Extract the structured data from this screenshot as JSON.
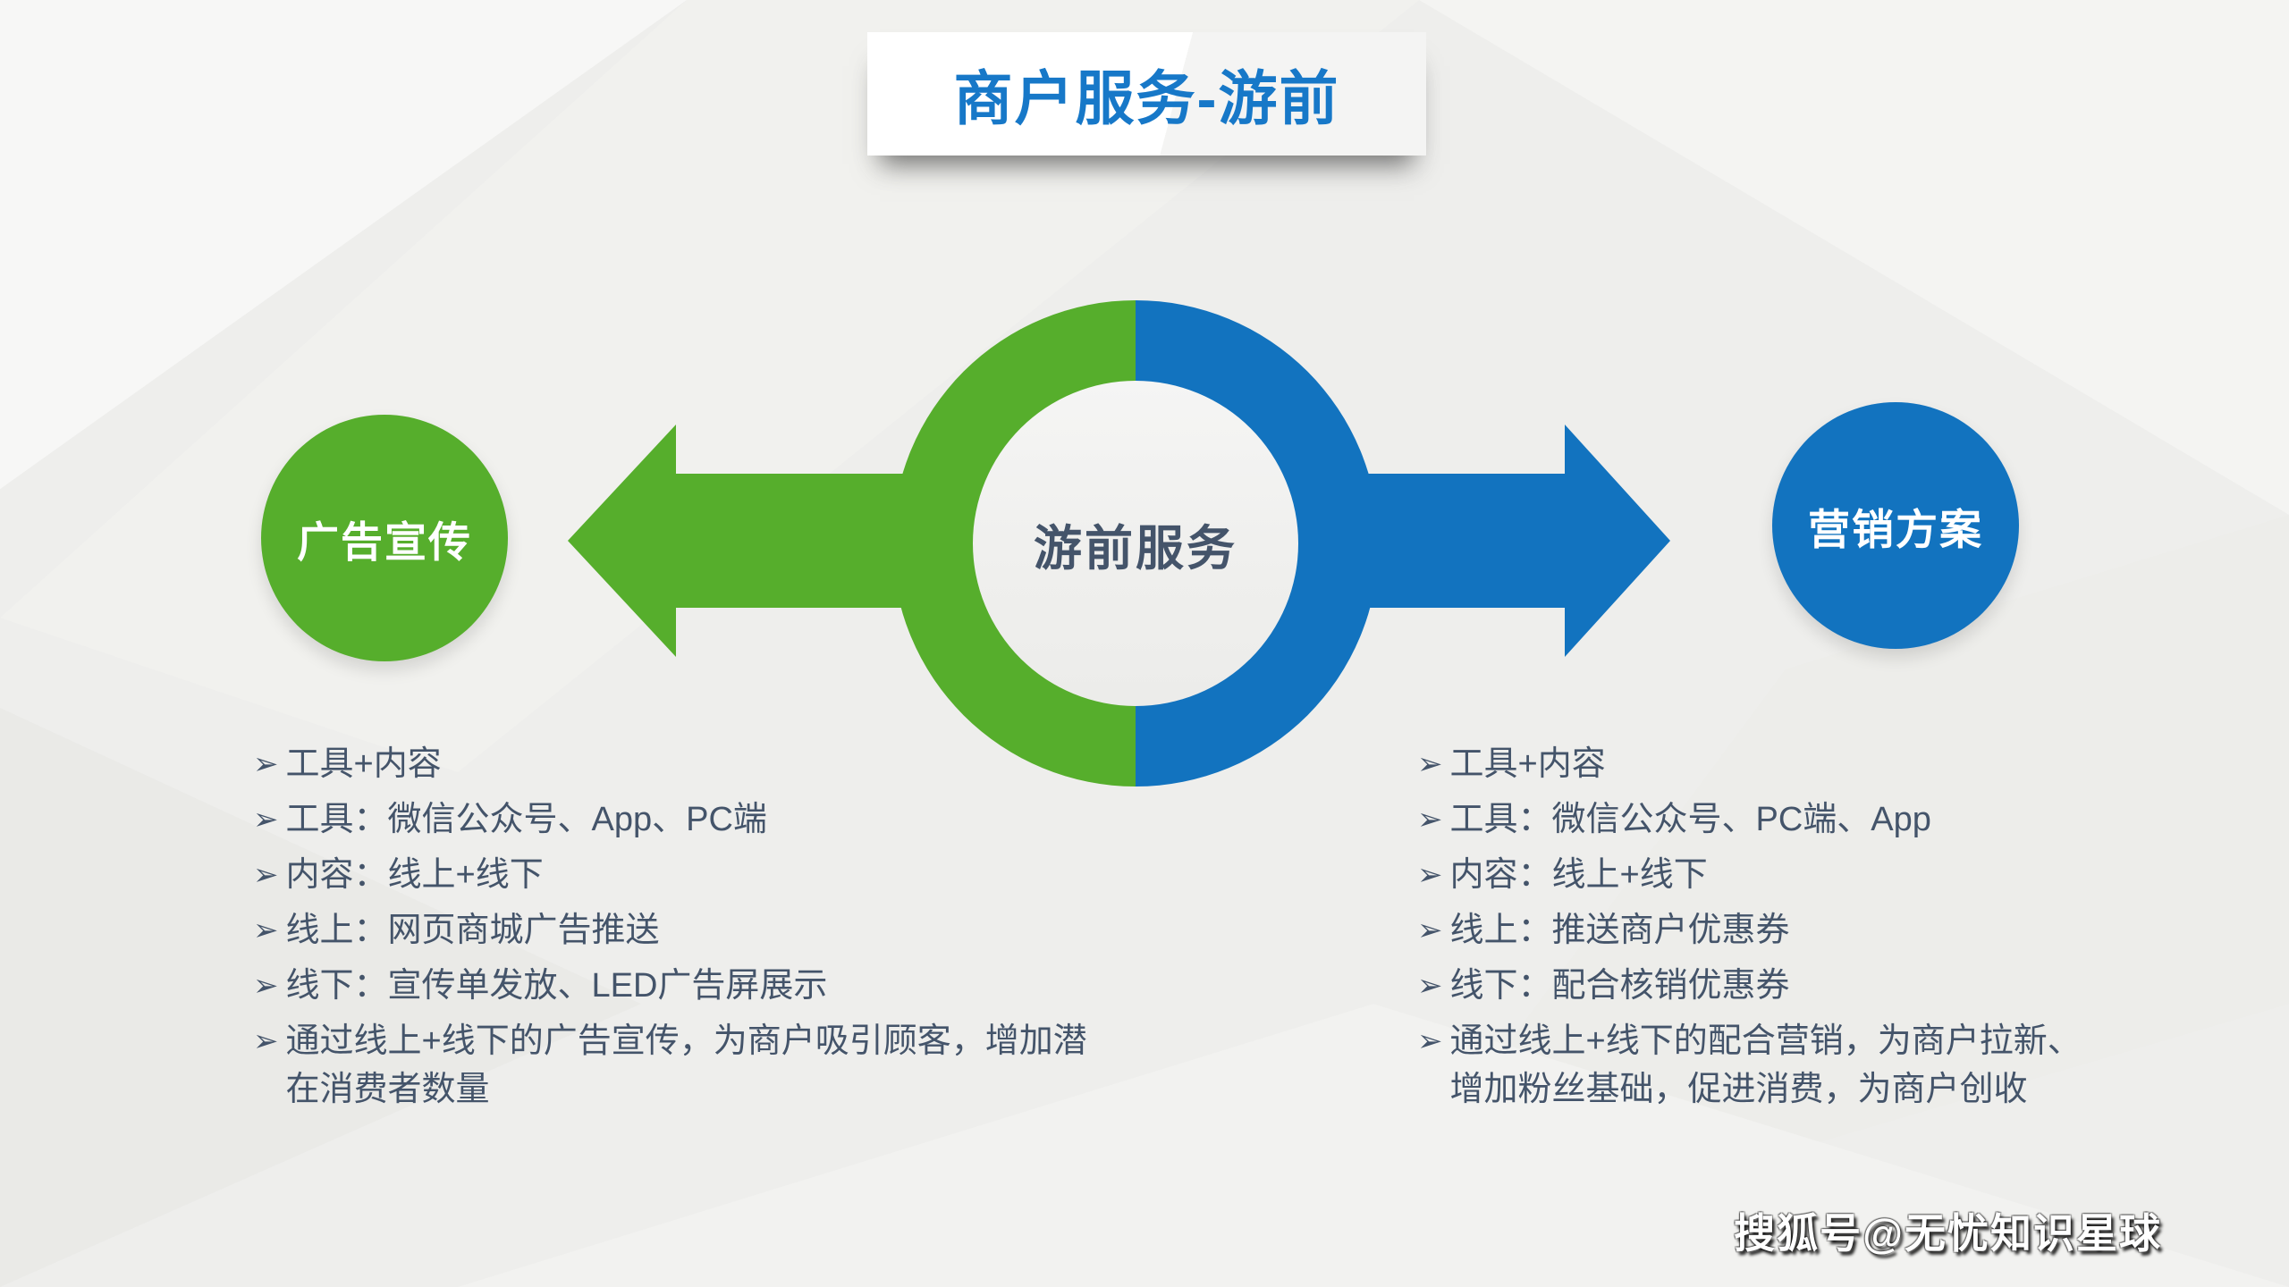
{
  "slide": {
    "title": "商户服务-游前",
    "bullet_char": "➢",
    "center_node": {
      "label": "游前服务"
    },
    "left_node": {
      "label": "广告宣传"
    },
    "right_node": {
      "label": "营销方案"
    },
    "left_list": [
      "工具+内容",
      "工具：微信公众号、App、PC端",
      "内容：线上+线下",
      "线上：网页商城广告推送",
      "线下：宣传单发放、LED广告屏展示",
      "通过线上+线下的广告宣传，为商户吸引顾客，增加潜\n在消费者数量"
    ],
    "right_list": [
      "工具+内容",
      "工具：微信公众号、PC端、App",
      "内容：线上+线下",
      "线上：推送商户优惠券",
      "线下：配合核销优惠券",
      "通过线上+线下的配合营销，为商户拉新、\n增加粉丝基础，促进消费，为商户创收"
    ],
    "watermark": "搜狐号@无忧知识星球",
    "colors": {
      "green": "#56AE2C",
      "blue": "#1273BF",
      "title_blue": "#1778C8",
      "text": "#44546A",
      "background": "#EEEEEC"
    }
  }
}
